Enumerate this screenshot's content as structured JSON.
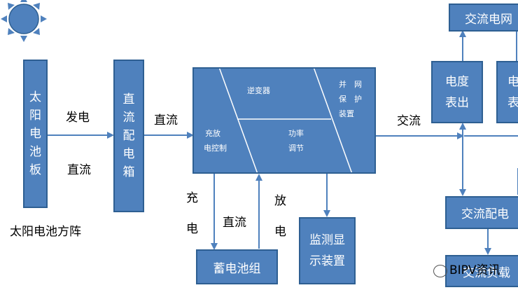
{
  "solar_panel": {
    "chars": [
      "太",
      "阳",
      "电",
      "池",
      "板"
    ],
    "caption": "太阳电池方阵"
  },
  "dc_box": {
    "chars": [
      "直",
      "流",
      "配",
      "电",
      "箱"
    ]
  },
  "edge_labels": {
    "generate": "发电",
    "dc1": "直流",
    "dc2": "直流",
    "ac": "交流",
    "dc3": "直流",
    "charge_chars": [
      "充",
      "电"
    ],
    "discharge_chars": [
      "放",
      "电"
    ]
  },
  "inverter_box": {
    "inverter": "逆变器",
    "grid_protect_lines": [
      "并　网",
      "保　护",
      "装置"
    ],
    "charge_ctrl_lines": [
      "充放",
      "电控制"
    ],
    "power_adj_lines": [
      "功率",
      "调节"
    ]
  },
  "battery": {
    "label": "蓄电池组"
  },
  "monitor": {
    "lines": [
      "监测显",
      "示装置"
    ]
  },
  "grid": {
    "label": "交流电网"
  },
  "meter1": {
    "lines": [
      "电度",
      "表出"
    ]
  },
  "meter2": {
    "lines": [
      "电",
      "表"
    ]
  },
  "ac_dist": {
    "label": "交流配电"
  },
  "ac_load": {
    "label": "交流负载"
  },
  "watermark": {
    "text": "BIPV资讯",
    "icon": "wechat-icon"
  },
  "colors": {
    "box_fill": "#4f81bd",
    "box_border": "#2e5f92",
    "arrow": "#4f81bd",
    "sun": "#4f81bd"
  }
}
